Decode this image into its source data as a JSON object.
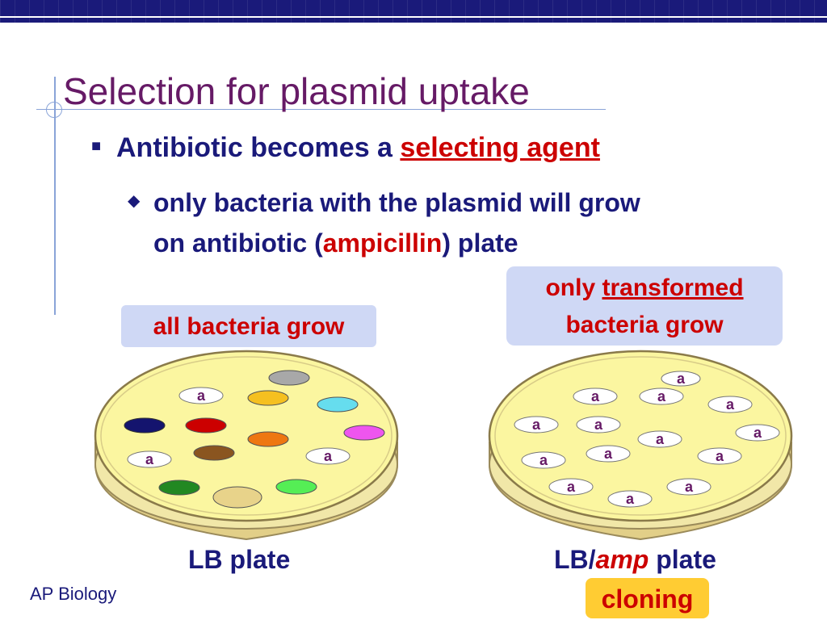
{
  "slide": {
    "title": "Selection for plasmid uptake",
    "bullet1": {
      "text": "Antibiotic becomes a ",
      "emphasis": "selecting agent"
    },
    "bullet2": {
      "line1": "only bacteria with the plasmid will grow",
      "line2_pre": "on antibiotic (",
      "line2_emphasis": "ampicillin",
      "line2_post": ") plate"
    },
    "callout_left": "all bacteria grow",
    "callout_right": {
      "pre": "only ",
      "emphasis": "transformed",
      "line2": "bacteria grow"
    },
    "plate_left_label": "LB plate",
    "plate_right_label": {
      "pre": "LB/",
      "emphasis": "amp",
      "post": " plate"
    },
    "tag": "cloning",
    "footer": "AP Biology",
    "colony_label": "a"
  },
  "colors": {
    "header": "#1a1a7a",
    "title": "#661a66",
    "emphasis": "#cc0000",
    "agar": "#fbf6a0",
    "callout_bg": "#cfd8f5",
    "tag_bg": "#ffcc33"
  }
}
